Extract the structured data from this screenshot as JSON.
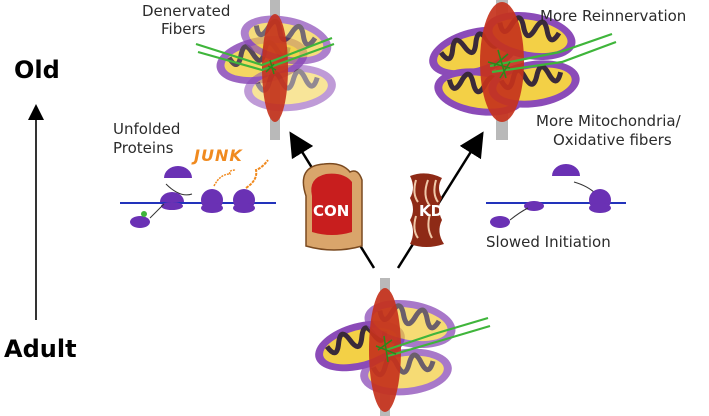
{
  "axis": {
    "old_label": "Old",
    "adult_label": "Adult"
  },
  "labels": {
    "denervated": [
      "Denervated",
      "Fibers"
    ],
    "reinnervation": "More Reinnervation",
    "mitochondria": [
      "More Mitochondria/",
      "Oxidative fibers"
    ],
    "unfolded": [
      "Unfolded",
      "Proteins"
    ],
    "junk": "JUNK",
    "slowed": "Slowed Initiation"
  },
  "diets": {
    "control": "CON",
    "ketogenic": "KD"
  },
  "colors": {
    "fiber_core": "#c5321c",
    "fiber_membrane": "#b9b9b9",
    "nerve": "#3fb53b",
    "mito_outer": "#8b4bb8",
    "mito_inner": "#f3d046",
    "ribosome": "#6a31b4",
    "mrna": "#2233bb",
    "junk_text": "#f08a1f",
    "jam": "#c81e1e",
    "bread": "#d9a56b",
    "bacon": "#8e2a16"
  }
}
